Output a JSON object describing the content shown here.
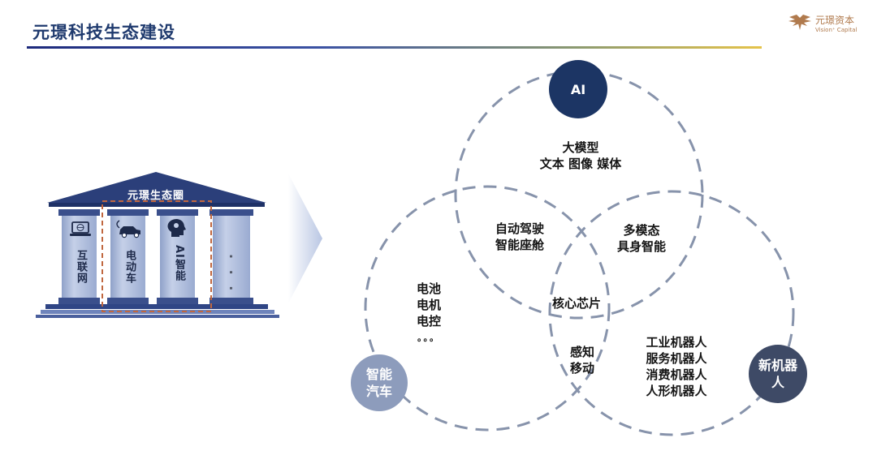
{
  "header": {
    "title": "元璟科技生态建设"
  },
  "brand": {
    "name_cn": "元璟资本",
    "name_en": "Vision⁺ Capital",
    "color": "#b07a4d"
  },
  "temple": {
    "roof_label": "元璟生态圈",
    "pillars": [
      {
        "label": "互联网",
        "icon": "laptop-globe-icon"
      },
      {
        "label": "电动车",
        "icon": "electric-car-icon"
      },
      {
        "label": "AI智能",
        "icon": "ai-brain-head-icon"
      },
      {
        "label": "· · ·"
      }
    ],
    "colors": {
      "roof": "#2b3f7a",
      "pillar": "#a9b7d8",
      "highlight_box": "#c0673f"
    }
  },
  "venn": {
    "nodes": [
      {
        "label": "AI",
        "color": "#1c3564"
      },
      {
        "label": "智能汽车",
        "color": "#8d9cbc"
      },
      {
        "label": "新机器人",
        "color": "#3e4a66"
      }
    ],
    "regions": {
      "ai_only": [
        "大模型",
        "文本 图像 媒体"
      ],
      "ai_car": [
        "自动驾驶",
        "智能座舱"
      ],
      "ai_robot": [
        "多模态",
        "具身智能"
      ],
      "center": "核心芯片",
      "car_only": [
        "电池",
        "电机",
        "电控",
        "。。。"
      ],
      "car_robot": [
        "感知",
        "移动"
      ],
      "robot_only": [
        "工业机器人",
        "服务机器人",
        "消费机器人",
        "人形机器人"
      ]
    }
  }
}
